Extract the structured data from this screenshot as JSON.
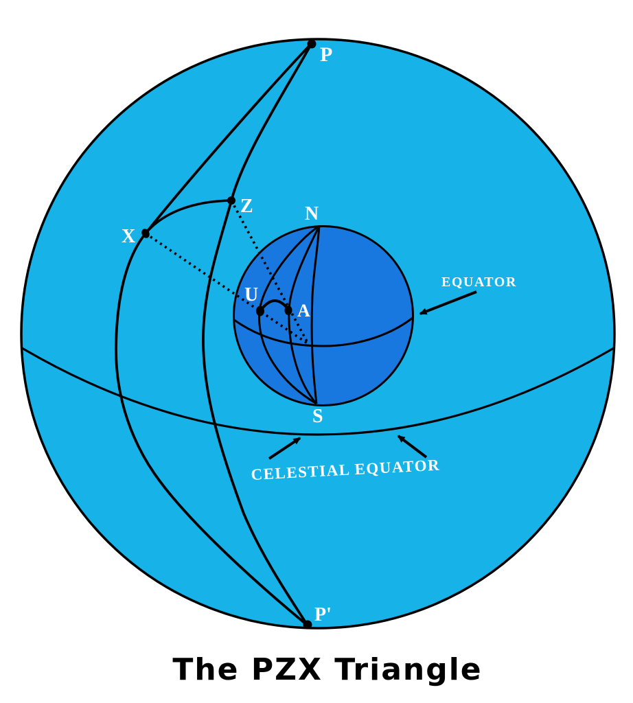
{
  "title": "The PZX Triangle",
  "colors": {
    "background": "#ffffff",
    "celestial_sphere_fill": "#16b2e8",
    "earth_sphere_fill": "#1878e0",
    "line": "#000000",
    "label": "#ffffff"
  },
  "points": {
    "p": "P",
    "p_prime": "P'",
    "z": "Z",
    "x": "X",
    "n": "N",
    "s": "S",
    "u": "U",
    "a": "A"
  },
  "annotations": {
    "equator": "EQUATOR",
    "celestial_equator": "CELESTIAL EQUATOR"
  }
}
